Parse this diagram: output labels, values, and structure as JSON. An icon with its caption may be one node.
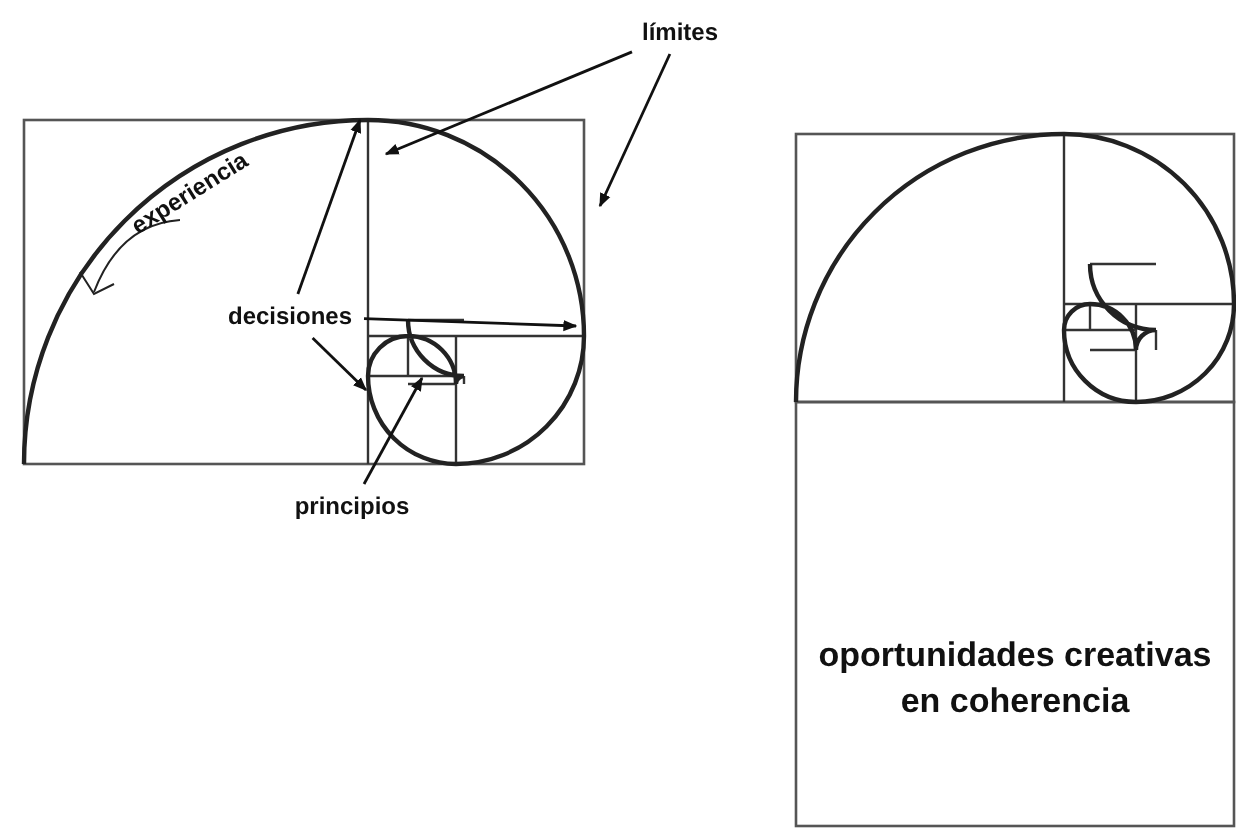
{
  "diagram": {
    "nodes": [
      {
        "text": [
          "límites"
        ]
      },
      {
        "text": [
          "decisiones"
        ]
      },
      {
        "text": [
          "principios"
        ]
      },
      {
        "text": [
          "oportunidades creativas en coherencia"
        ]
      }
    ],
    "edges": [
      {
        "from": 0,
        "to": null,
        "arrow": "to"
      },
      {
        "from": 0,
        "to": null,
        "arrow": "to"
      },
      {
        "from": 1,
        "to": null,
        "arrow": "to"
      },
      {
        "from": 1,
        "to": null,
        "arrow": "to"
      },
      {
        "from": 1,
        "to": null,
        "arrow": "to"
      },
      {
        "from": 2,
        "to": null,
        "arrow": "to"
      }
    ],
    "labels": [
      "experiencia"
    ]
  }
}
